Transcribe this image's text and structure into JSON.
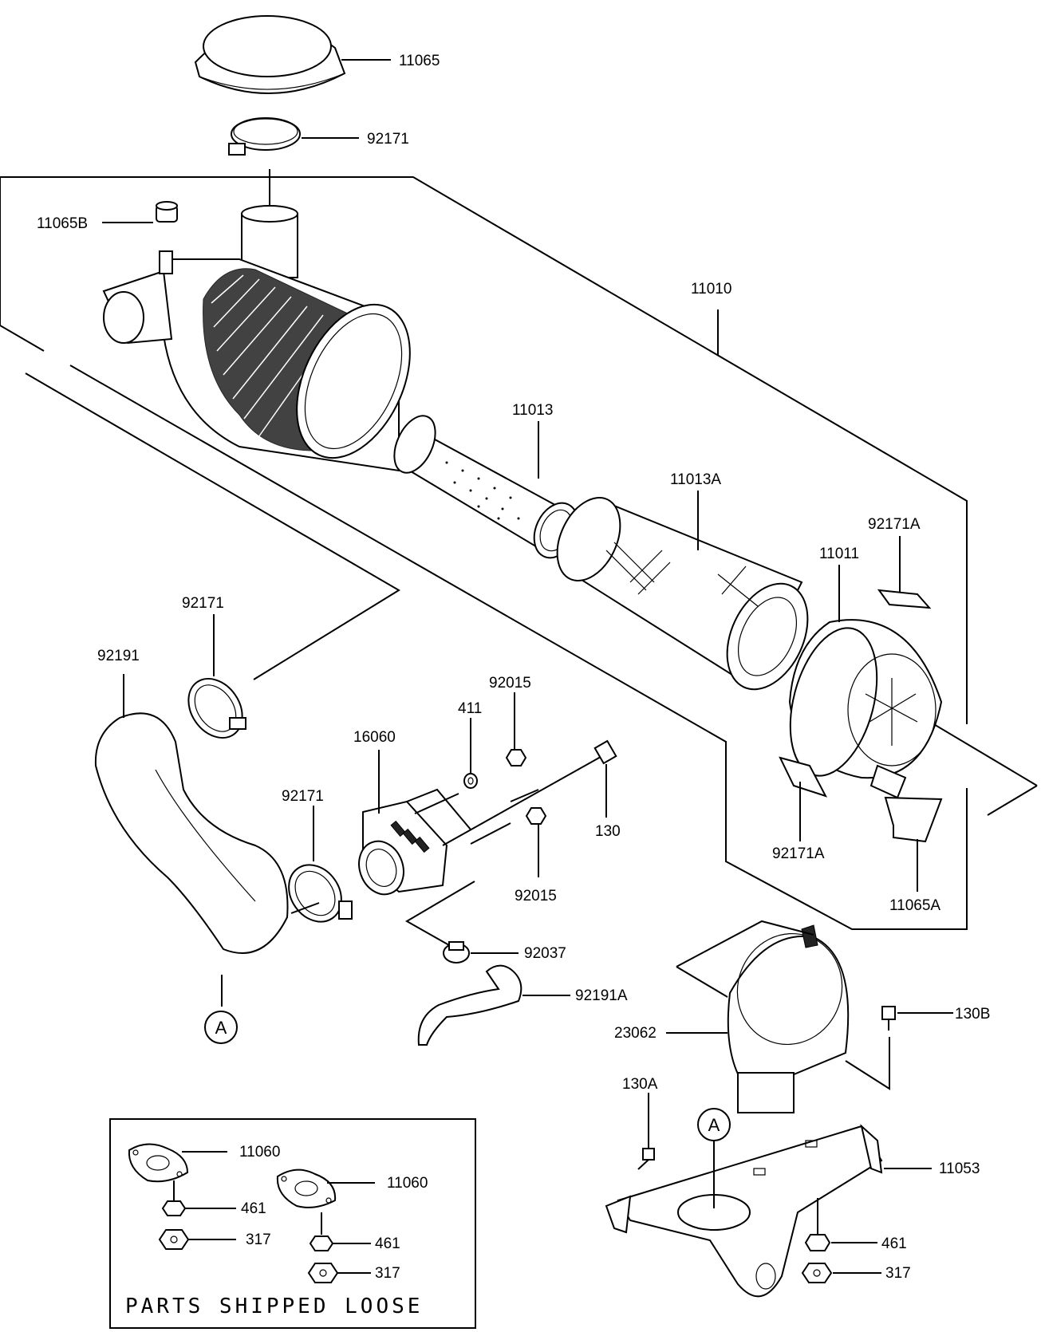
{
  "labels": {
    "p11065": "11065",
    "p92171_top": "92171",
    "p11065B": "11065B",
    "p11010": "11010",
    "p11013": "11013",
    "p11013A": "11013A",
    "p92171A_top": "92171A",
    "p11011": "11011",
    "p92171_left": "92171",
    "p92191": "92191",
    "p92015_top": "92015",
    "p411": "411",
    "p16060": "16060",
    "p92171_mid": "92171",
    "p130": "130",
    "p92015_bot": "92015",
    "p92171A_bot": "92171A",
    "p11065A": "11065A",
    "p92037": "92037",
    "p92191A": "92191A",
    "p130B": "130B",
    "p23062": "23062",
    "p130A": "130A",
    "p11053": "11053",
    "p461_right": "461",
    "p317_right": "317"
  },
  "circle_marks": {
    "a_left": "A",
    "a_right": "A"
  },
  "loose_box": {
    "title": "PARTS SHIPPED LOOSE",
    "p11060_a": "11060",
    "p11060_b": "11060",
    "p461_a": "461",
    "p461_b": "461",
    "p317_a": "317",
    "p317_b": "317"
  }
}
